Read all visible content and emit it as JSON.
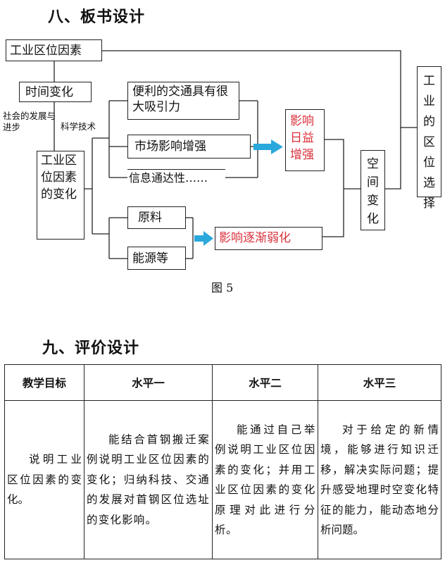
{
  "section8": {
    "title": "八、板书设计"
  },
  "diagram": {
    "root": "工业区位因素",
    "time_change": "时间变化",
    "side_label_social": "社会的发展与进步",
    "side_label_tech": "科学技术",
    "factor_change": "工业区位因素的变化",
    "enhanced_items": [
      "便利的交通具有很大吸引力",
      "市场影响增强",
      "信息通达性……"
    ],
    "weakened_items": [
      "原料",
      "能源等"
    ],
    "enhanced_result": "影响日益增强",
    "weakened_result": "影响逐渐弱化",
    "space_change": "空间变化",
    "industry_choice": "工业的区位选择",
    "arrow_color": "#2aa8dc",
    "accent_red": "#d9303a"
  },
  "figure_caption": "图 5",
  "section9": {
    "title": "九、评价设计"
  },
  "evaluation_table": {
    "headers": [
      "教学目标",
      "水平一",
      "水平二",
      "水平三"
    ],
    "row": {
      "goal": "说明工业区位因素的变化。",
      "level1": "能结合首钢搬迁案例说明工业区位因素的变化；归纳科技、交通的发展对首钢区位选址的变化影响。",
      "level2": "能通过自己举例说明工业区位因素的变化；并用工业区位因素的变化原理对此进行分析。",
      "level3": "对于给定的新情境，能够进行知识迁移，解决实际问题；提升感受地理时空变化特征的能力，能动态地分析问题。"
    }
  }
}
